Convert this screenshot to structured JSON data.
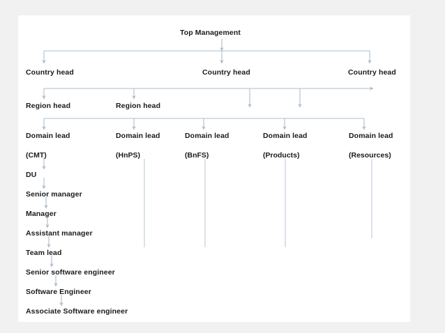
{
  "diagram": {
    "title_node": "Top Management",
    "levels": {
      "country_heads": [
        {
          "label": "Country head"
        },
        {
          "label": "Country head"
        },
        {
          "label": "Country head"
        }
      ],
      "region_heads": [
        {
          "label": "Region head"
        },
        {
          "label": "Region head"
        }
      ],
      "domain_leads": [
        {
          "label": "Domain lead",
          "domain": "(CMT)"
        },
        {
          "label": "Domain lead",
          "domain": "(HnPS)"
        },
        {
          "label": "Domain lead",
          "domain": "(BnFS)"
        },
        {
          "label": "Domain lead",
          "domain": "(Products)"
        },
        {
          "label": "Domain lead",
          "domain": "(Resources)"
        }
      ],
      "cmt_chain": [
        {
          "label": "DU"
        },
        {
          "label": "Senior manager"
        },
        {
          "label": "Manager"
        },
        {
          "label": "Assistant manager"
        },
        {
          "label": "Team lead"
        },
        {
          "label": "Senior software engineer"
        },
        {
          "label": "Software Engineer"
        },
        {
          "label": "Associate Software engineer"
        }
      ]
    },
    "colors": {
      "connector": "#aebdcc",
      "connector_pale": "#c3cfdb",
      "text": "#1b1b1b",
      "slide_background": "#ffffff",
      "page_background": "#f1f1f1"
    }
  }
}
